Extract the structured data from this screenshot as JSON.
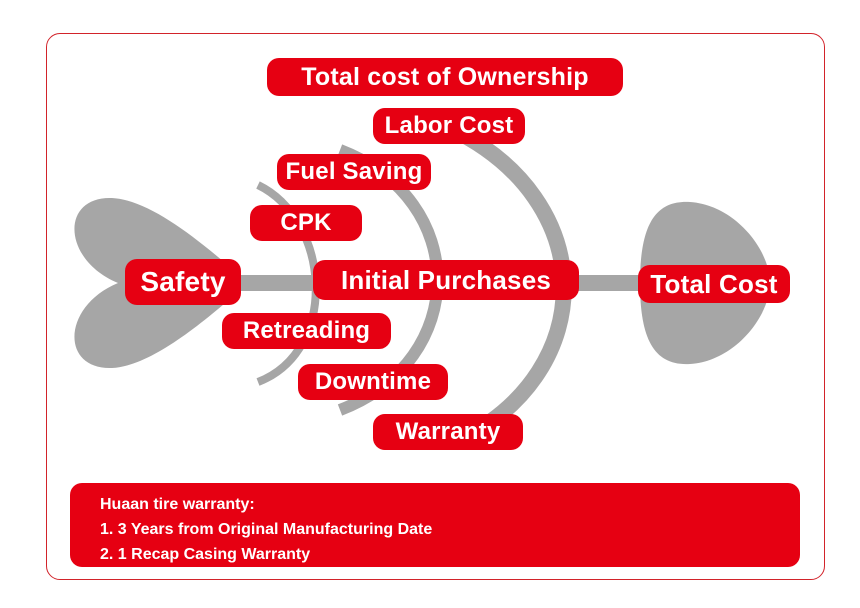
{
  "diagram": {
    "top_label": "Total cost of Ownership",
    "head_label": "Total Cost",
    "tail_label": "Safety",
    "spine_label": "Initial Purchases",
    "causes_upper": [
      "Labor Cost",
      "Fuel Saving",
      "CPK"
    ],
    "causes_lower": [
      "Retreading",
      "Downtime",
      "Warranty"
    ]
  },
  "warranty_note": {
    "heading": "Huaan tire warranty:",
    "items": [
      "1. 3 Years from Original Manufacturing Date",
      "2. 1 Recap Casing Warranty"
    ]
  },
  "colors": {
    "brand_red": "#e60012",
    "frame_red": "#d2232a",
    "fish_grey": "#a6a6a6",
    "text_white": "#ffffff"
  }
}
